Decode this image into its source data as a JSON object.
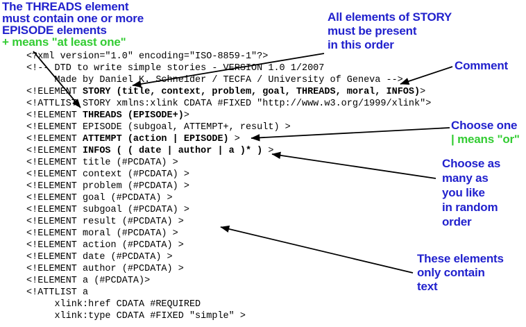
{
  "annotations": {
    "threads": {
      "lines": [
        {
          "text": "The THREADS element",
          "color": "blue"
        },
        {
          "text": "must contain one or more",
          "color": "blue"
        },
        {
          "text": "EPISODE elements",
          "color": "blue"
        },
        {
          "text": "+ means \"at least one\"",
          "color": "green"
        }
      ]
    },
    "story_order": {
      "lines": [
        {
          "text": "All elements of STORY",
          "color": "blue"
        },
        {
          "text": "must be present",
          "color": "blue"
        },
        {
          "text": "in this order",
          "color": "blue"
        }
      ]
    },
    "comment": {
      "lines": [
        {
          "text": "Comment",
          "color": "blue"
        }
      ]
    },
    "choose_one": {
      "lines": [
        {
          "text": "Choose one",
          "color": "blue"
        },
        {
          "text": "| means \"or\"",
          "color": "green"
        }
      ]
    },
    "choose_many": {
      "lines": [
        {
          "text": "Choose as",
          "color": "blue"
        },
        {
          "text": "many as",
          "color": "blue"
        },
        {
          "text": "you like",
          "color": "blue"
        },
        {
          "text": "in random",
          "color": "blue"
        },
        {
          "text": "order",
          "color": "blue"
        }
      ]
    },
    "text_only": {
      "lines": [
        {
          "text": "These elements",
          "color": "blue"
        },
        {
          "text": "only contain",
          "color": "blue"
        },
        {
          "text": "text",
          "color": "blue"
        }
      ]
    }
  },
  "code": {
    "lines": [
      {
        "segments": [
          {
            "t": "<?xml version=\"1.0\" encoding=\"ISO-8859-1\"?>",
            "b": false
          }
        ]
      },
      {
        "segments": [
          {
            "t": "<!-- DTD to write simple stories - VERSION 1.0 1/2007",
            "b": false
          }
        ]
      },
      {
        "segments": [
          {
            "t": "     Made by Daniel K. Schneider / TECFA / University of Geneva -->",
            "b": false
          }
        ]
      },
      {
        "segments": [
          {
            "t": "<!ELEMENT ",
            "b": false
          },
          {
            "t": "STORY (title, context, problem, goal, THREADS, moral, INFOS)",
            "b": true
          },
          {
            "t": ">",
            "b": false
          }
        ]
      },
      {
        "segments": [
          {
            "t": "<!ATTLIST STORY xmlns:xlink CDATA #FIXED \"http://www.w3.org/1999/xlink\">",
            "b": false
          }
        ]
      },
      {
        "segments": [
          {
            "t": "<!ELEMENT ",
            "b": false
          },
          {
            "t": "THREADS (EPISODE+)",
            "b": true
          },
          {
            "t": ">",
            "b": false
          }
        ]
      },
      {
        "segments": [
          {
            "t": "<!ELEMENT EPISODE (subgoal, ATTEMPT+, result) >",
            "b": false
          }
        ]
      },
      {
        "segments": [
          {
            "t": "<!ELEMENT ",
            "b": false
          },
          {
            "t": "ATTEMPT (action | EPISODE)",
            "b": true
          },
          {
            "t": " >",
            "b": false
          }
        ]
      },
      {
        "segments": [
          {
            "t": "<!ELEMENT ",
            "b": false
          },
          {
            "t": "INFOS ( ( date | author | a )* )",
            "b": true
          },
          {
            "t": " >",
            "b": false
          }
        ]
      },
      {
        "segments": [
          {
            "t": "<!ELEMENT title (#PCDATA) >",
            "b": false
          }
        ]
      },
      {
        "segments": [
          {
            "t": "<!ELEMENT context (#PCDATA) >",
            "b": false
          }
        ]
      },
      {
        "segments": [
          {
            "t": "<!ELEMENT problem (#PCDATA) >",
            "b": false
          }
        ]
      },
      {
        "segments": [
          {
            "t": "<!ELEMENT goal (#PCDATA) >",
            "b": false
          }
        ]
      },
      {
        "segments": [
          {
            "t": "<!ELEMENT subgoal (#PCDATA) >",
            "b": false
          }
        ]
      },
      {
        "segments": [
          {
            "t": "<!ELEMENT result (#PCDATA) >",
            "b": false
          }
        ]
      },
      {
        "segments": [
          {
            "t": "<!ELEMENT moral (#PCDATA) >",
            "b": false
          }
        ]
      },
      {
        "segments": [
          {
            "t": "<!ELEMENT action (#PCDATA) >",
            "b": false
          }
        ]
      },
      {
        "segments": [
          {
            "t": "<!ELEMENT date (#PCDATA) >",
            "b": false
          }
        ]
      },
      {
        "segments": [
          {
            "t": "<!ELEMENT author (#PCDATA) >",
            "b": false
          }
        ]
      },
      {
        "segments": [
          {
            "t": "<!ELEMENT a (#PCDATA)>",
            "b": false
          }
        ]
      },
      {
        "segments": [
          {
            "t": "<!ATTLIST a",
            "b": false
          }
        ]
      },
      {
        "segments": [
          {
            "t": "     xlink:href CDATA #REQUIRED",
            "b": false
          }
        ]
      },
      {
        "segments": [
          {
            "t": "     xlink:type CDATA #FIXED \"simple\" >",
            "b": false
          }
        ]
      }
    ]
  },
  "colors": {
    "annotation_blue": "#2121cd",
    "annotation_green": "#33cc33",
    "code_text": "#000000",
    "arrow": "#000000",
    "background": "#ffffff"
  }
}
